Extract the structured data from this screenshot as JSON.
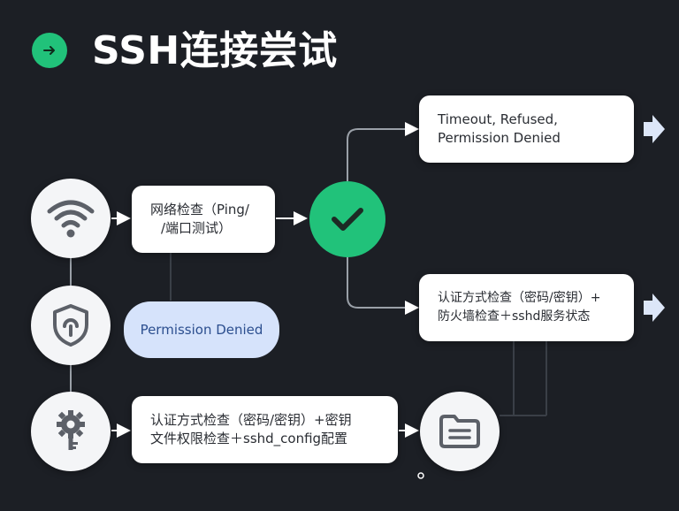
{
  "title": "SSH连接尝试",
  "colors": {
    "background": "#1c1f25",
    "accent": "#21c27a",
    "node_fill": "#f4f5f7",
    "pill_fill": "#d6e3fb",
    "arrow_fill": "#dce6f8",
    "connector": "#9aa0a8"
  },
  "icons": {
    "title": "arrow-right-icon",
    "wifi": "wifi-icon",
    "shield": "shield-lock-icon",
    "gear": "gear-key-icon",
    "check": "check-icon",
    "folder": "folder-icon"
  },
  "boxes": {
    "network_check": {
      "line1": "网络检查（Ping/",
      "line2": "/端口测试）"
    },
    "timeout": {
      "line1": "Timeout, Refused,",
      "line2": "Permission Denied"
    },
    "auth_firewall": {
      "line1": "认证方式检查（密码/密钥）+",
      "line2": "防火墙检查＋sshd服务状态"
    },
    "auth_keyfile": {
      "line1": "认证方式检查（密码/密钥）+密钥",
      "line2": "文件权限检查＋sshd_config配置"
    }
  },
  "pill": {
    "label": "Permission Denied"
  }
}
